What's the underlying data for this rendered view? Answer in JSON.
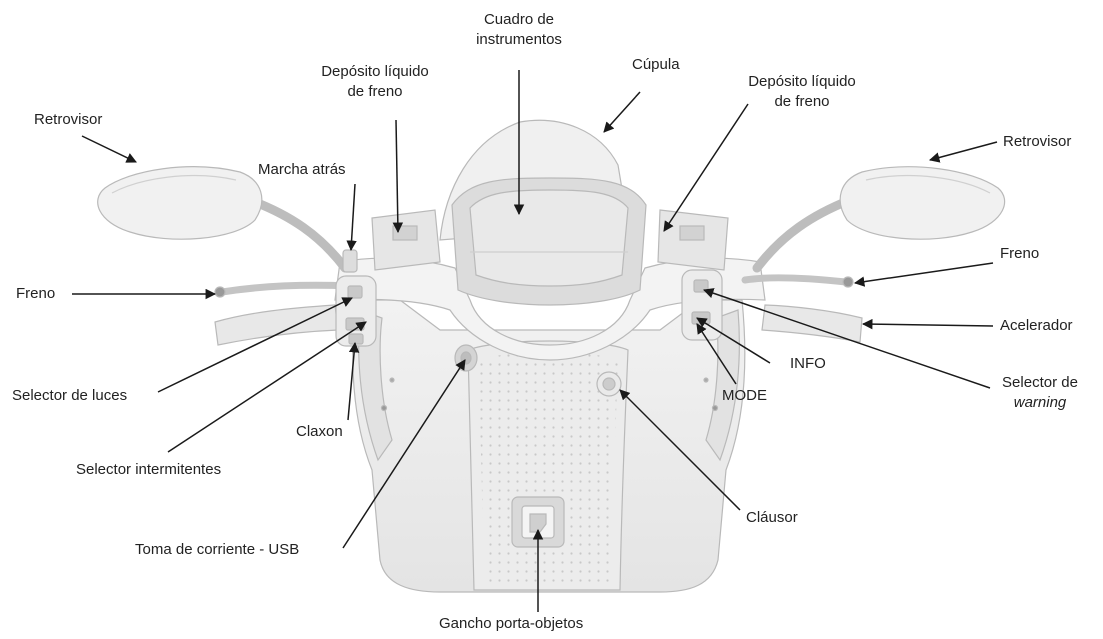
{
  "labels": {
    "cuadro_instrumentos": [
      "Cuadro de",
      "instrumentos"
    ],
    "cupula": "Cúpula",
    "deposito_izq": [
      "Depósito líquido",
      "de freno"
    ],
    "deposito_der": [
      "Depósito líquido",
      "de freno"
    ],
    "retrovisor_izq": "Retrovisor",
    "retrovisor_der": "Retrovisor",
    "marcha_atras": "Marcha atrás",
    "freno_izq": "Freno",
    "freno_der": "Freno",
    "acelerador": "Acelerador",
    "info": "INFO",
    "mode": "MODE",
    "selector_warning": [
      "Selector de",
      "warning"
    ],
    "selector_luces": "Selector de luces",
    "claxon": "Claxon",
    "selector_intermitentes": "Selector intermitentes",
    "toma_corriente": "Toma de corriente - USB",
    "clausor": "Cláusor",
    "gancho": "Gancho porta-objetos"
  }
}
